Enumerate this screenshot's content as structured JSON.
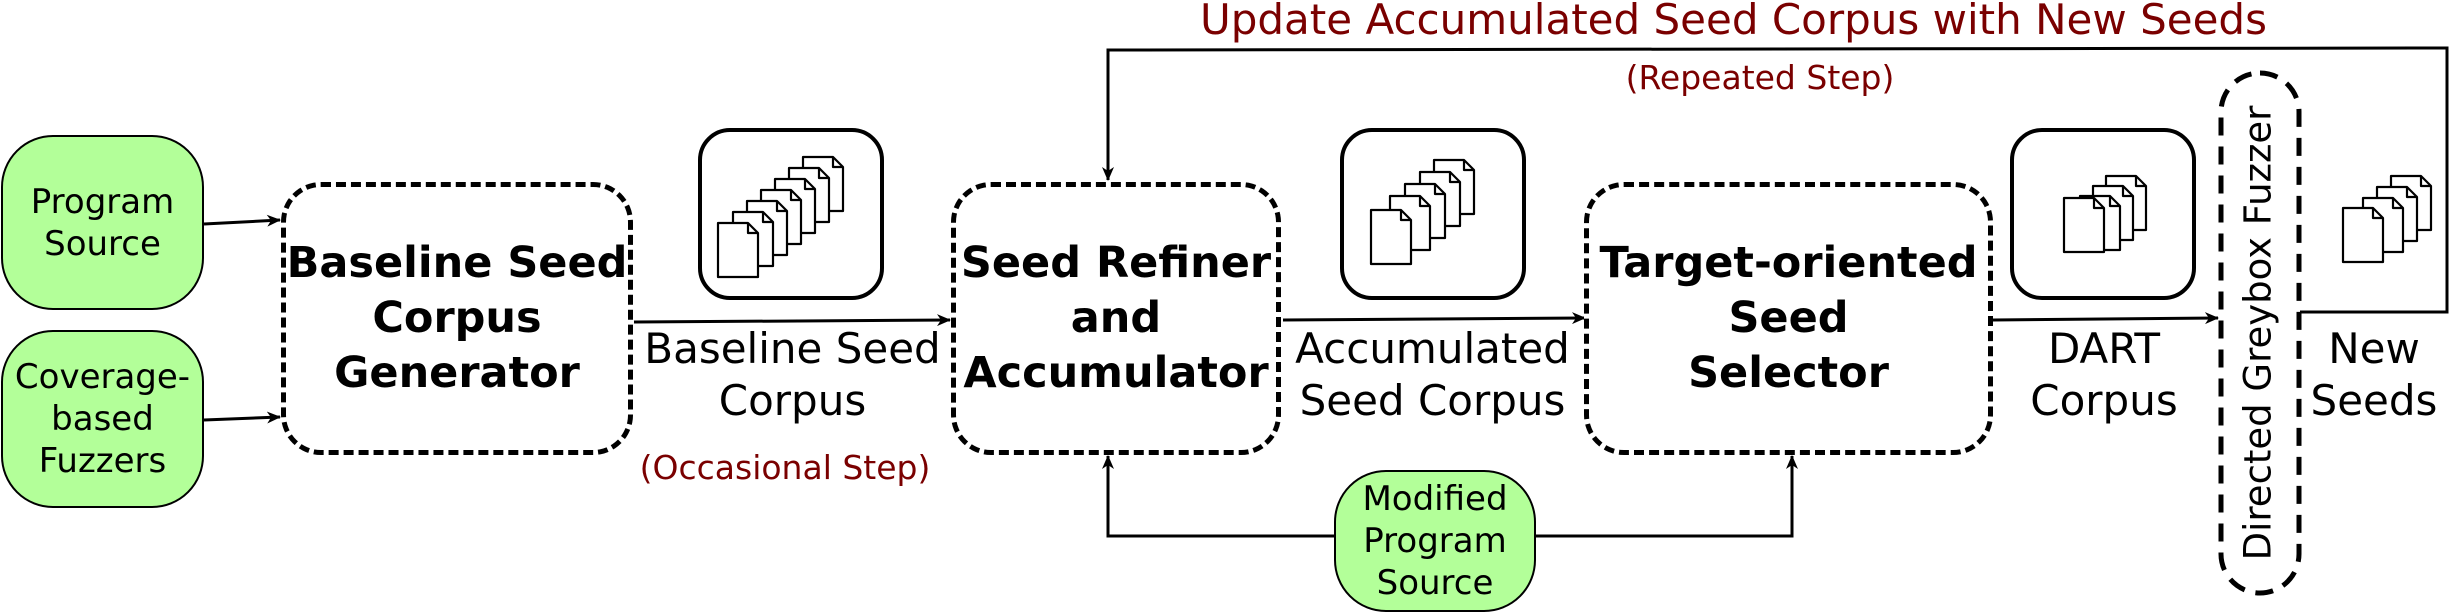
{
  "inputs": {
    "program_source": "Program\nSource",
    "coverage_fuzzers": "Coverage-\nbased\nFuzzers",
    "modified_source": "Modified\nProgram\nSource"
  },
  "stages": {
    "baseline_generator": "Baseline Seed\nCorpus\nGenerator",
    "refiner_accumulator": "Seed Refiner\nand\nAccumulator",
    "target_selector": "Target-oriented\nSeed\nSelector",
    "directed_fuzzer": "Directed Greybox Fuzzer"
  },
  "edge_labels": {
    "baseline_corpus": "Baseline Seed\nCorpus",
    "occasional_step": "(Occasional Step)",
    "accumulated_corpus": "Accumulated\nSeed Corpus",
    "dart_corpus": "DART\nCorpus",
    "new_seeds": "New\nSeeds",
    "update_feedback": "Update Accumulated Seed Corpus with New Seeds",
    "repeated_step": "(Repeated Step)"
  },
  "colors": {
    "input_fill": "#b3ff99",
    "annotation_red": "#7a0000",
    "stroke": "#000000"
  }
}
